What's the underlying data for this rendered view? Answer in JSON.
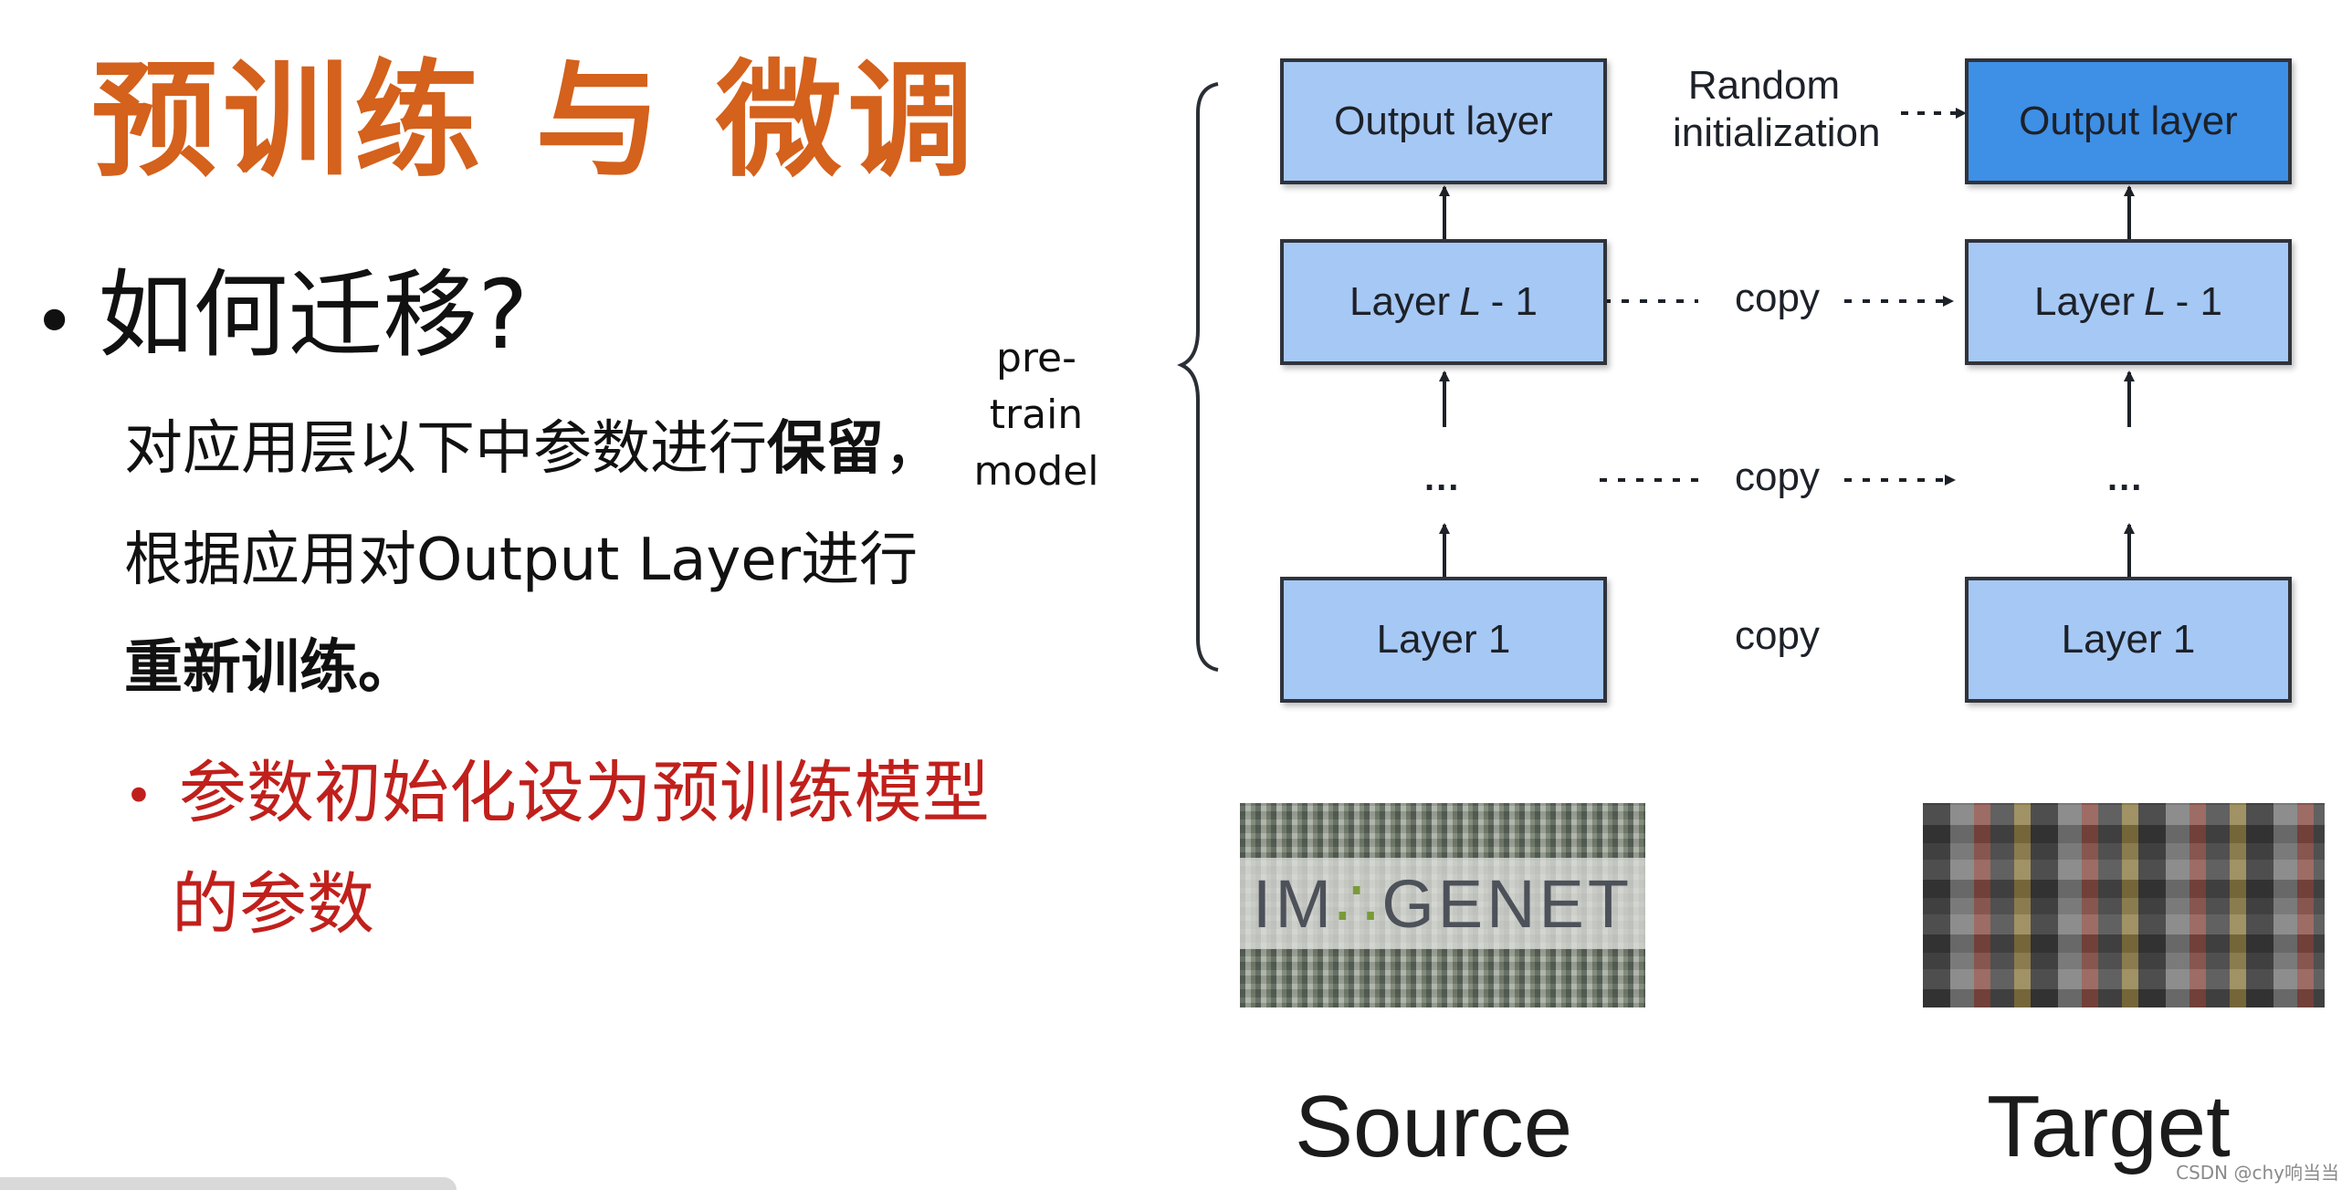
{
  "slide": {
    "title": "预训练 与 微调",
    "main_bullet": "如何迁移?",
    "para_line1_normal": "对应用层以下中参数进行",
    "para_line1_bold": "保留",
    "para_line1_comma": "，",
    "para_line2": "根据应用对Output Layer进行",
    "para_line3": "重新训练。",
    "sub_bullet_line1": "参数初始化设为预训练模型",
    "sub_bullet_line2": "的参数",
    "pretrain_label_line1": "pre-train",
    "pretrain_label_line2": "model"
  },
  "diagram": {
    "source": {
      "output_layer": "Output layer",
      "layer_l_minus_1_prefix": "Layer",
      "layer_l_minus_1_var": "L",
      "layer_l_minus_1_suffix": "- 1",
      "ellipsis": "...",
      "layer_1": "Layer 1"
    },
    "target": {
      "output_layer": "Output layer",
      "layer_l_minus_1_prefix": "Layer",
      "layer_l_minus_1_var": "L",
      "layer_l_minus_1_suffix": "- 1",
      "ellipsis": "...",
      "layer_1": "Layer 1"
    },
    "random_init_line1": "Random",
    "random_init_line2": "initialization",
    "copy_label_1": "copy",
    "copy_label_2": "copy",
    "copy_label_3": "copy",
    "source_caption": "Source",
    "target_caption": "Target",
    "imagenet_logo_1": "IM",
    "imagenet_logo_dots": "∴",
    "imagenet_logo_2": "GENET",
    "colors": {
      "box_light": "#a6c8f5",
      "box_dark": "#3e8fe6",
      "title": "#d4611c",
      "sub_bullet": "#c0201c"
    }
  },
  "watermark": "CSDN @chy响当当"
}
